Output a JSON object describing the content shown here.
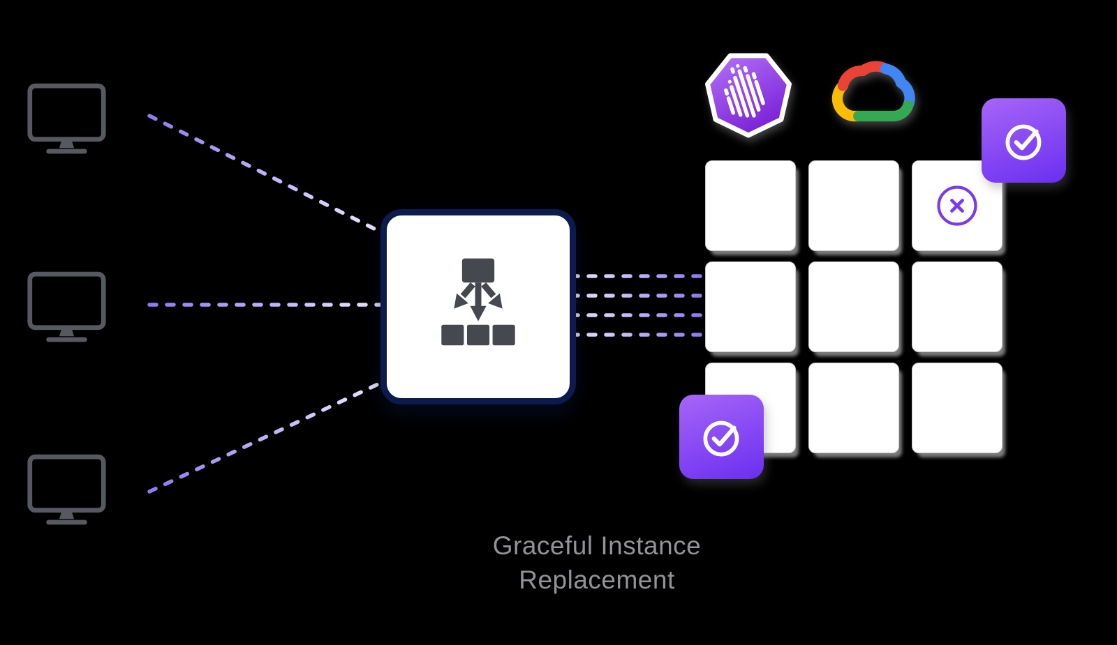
{
  "caption": {
    "line1": "Graceful Instance",
    "line2": "Replacement"
  },
  "icons": {
    "monitor": "desktop-monitor-outline",
    "load_balancer": "load-balancer-tree",
    "check_badge": "check-circle",
    "terminating_instance": "x-circle",
    "elastigroup_logo": "purple-heptagon-meteor",
    "google_cloud_logo": "multicolor-cloud"
  },
  "grid": {
    "rows": 3,
    "cols": 3,
    "terminating_cell_row": 1,
    "terminating_cell_col": 3
  },
  "colors": {
    "background": "#000000",
    "dash_purple": "#8d79f2",
    "dash_light": "#efecff",
    "monitor_stroke": "#565a60",
    "box_border": "#0c1b4d",
    "box_fill": "#ffffff",
    "glyph": "#45484e",
    "cell_fill": "#ffffff",
    "cell_border": "#c8c8c8",
    "badge_grad_top": "#a765f8",
    "badge_grad_bottom": "#6a2ff0",
    "x_icon": "#7c3aed",
    "check_icon": "#ffffff",
    "title_text": "#919396",
    "gcp_blue": "#4285F4",
    "gcp_red": "#EA4335",
    "gcp_yellow": "#FBBC05",
    "gcp_green": "#34A853"
  }
}
